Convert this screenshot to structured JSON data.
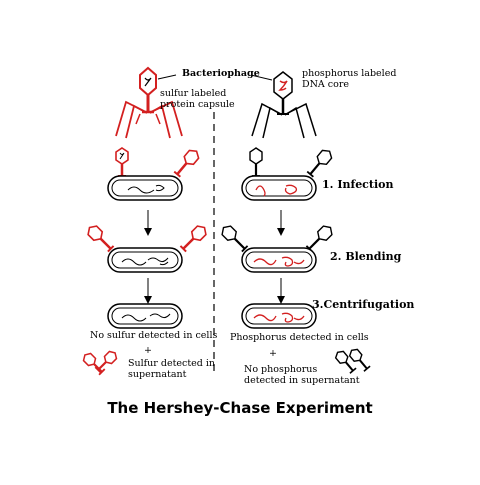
{
  "labels": {
    "bacteriophage": "Bacteriophage",
    "sulfur_capsule": "sulfur labeled\nprotein capsule",
    "phosphorus_core": "phosphorus labeled\nDNA core",
    "no_sulfur_cells": "No sulfur detected in cells",
    "plus_left": "+",
    "sulfur_supernatant": "Sulfur detected in\nsupernatant",
    "phosphorus_cells": "Phosphorus detected in cells",
    "plus_right": "+",
    "no_phosphorus": "No phosphorus\ndetected in supernatant"
  },
  "steps": {
    "infection": "1. Infection",
    "blending": "2. Blending",
    "centrifugation": "3.Centrifugation"
  },
  "title": "The Hershey-Chase Experiment",
  "colors": {
    "sulfur_label": "#d32020",
    "phosphorus_label": "#d32020",
    "outline": "#000000"
  }
}
